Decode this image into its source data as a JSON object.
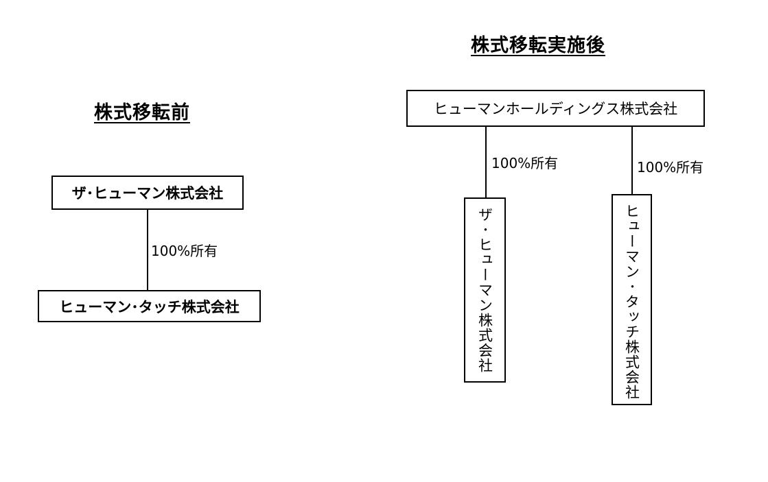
{
  "before": {
    "title": "株式移転前",
    "parent": "ザ･ヒューマン株式会社",
    "ownership": "100%所有",
    "child": "ヒューマン･タッチ株式会社"
  },
  "after": {
    "title": "株式移転実施後",
    "holding": "ヒューマンホールディングス株式会社",
    "ownership_left": "100%所有",
    "ownership_right": "100%所有",
    "child_left": "ザ･ヒューマン株式会社",
    "child_right": "ヒューマン･タッチ株式会社"
  }
}
